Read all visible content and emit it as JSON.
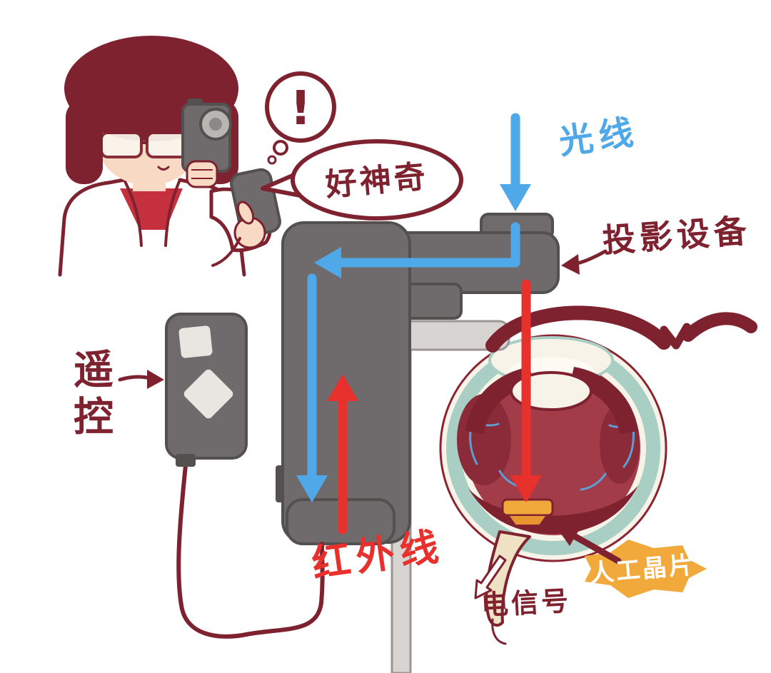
{
  "scene": {
    "type": "illustrated-diagram-artificial-retina",
    "labels": {
      "exclamation": "!",
      "speech_bubble": "好神奇",
      "light_ray": "光线",
      "projection_device": "投影设备",
      "remote_control": "遥控",
      "infrared": "红外线",
      "artificial_chip": "人工晶片",
      "electrical_signal": "电信号"
    },
    "colors": {
      "outline_maroon": "#7E2230",
      "light_blue": "#4FA8E8",
      "infrared_red": "#E8302C",
      "device_gray": "#6F6B6C",
      "device_outline": "#54504F",
      "stand_gray": "#D8D4D1",
      "eye_teal": "#A9CFC4",
      "eye_interior": "#A23C48",
      "chip_orange": "#F2A93B",
      "skin": "#F7D9C4",
      "shirt_red": "#C5303E",
      "background": "#FFFFFF"
    }
  }
}
